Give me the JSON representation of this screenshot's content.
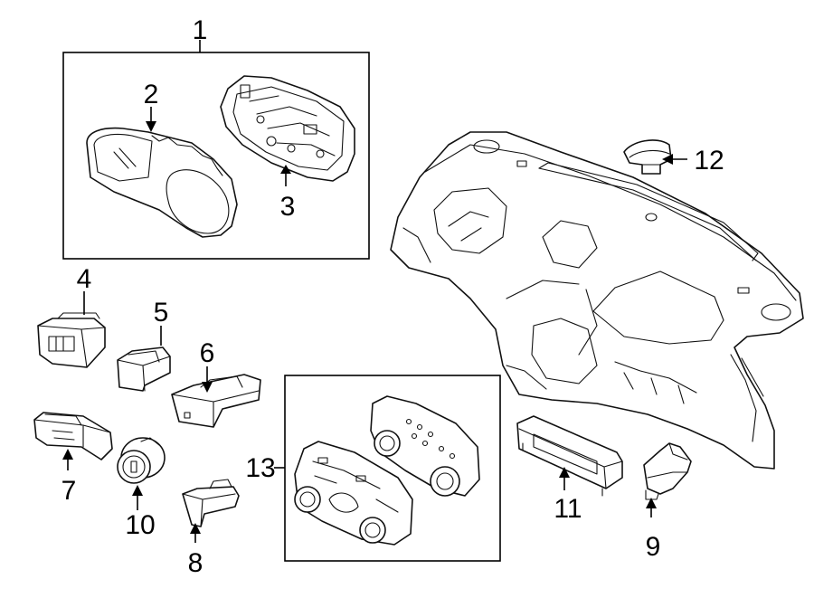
{
  "diagram": {
    "callouts": [
      {
        "id": "c1",
        "label": "1"
      },
      {
        "id": "c2",
        "label": "2"
      },
      {
        "id": "c3",
        "label": "3"
      },
      {
        "id": "c4",
        "label": "4"
      },
      {
        "id": "c5",
        "label": "5"
      },
      {
        "id": "c6",
        "label": "6"
      },
      {
        "id": "c7",
        "label": "7"
      },
      {
        "id": "c8",
        "label": "8"
      },
      {
        "id": "c9",
        "label": "9"
      },
      {
        "id": "c10",
        "label": "10"
      },
      {
        "id": "c11",
        "label": "11"
      },
      {
        "id": "c12",
        "label": "12"
      },
      {
        "id": "c13",
        "label": "13"
      }
    ],
    "parts": [
      {
        "callout": "1",
        "icon": "instrument-cluster-group-icon"
      },
      {
        "callout": "2",
        "icon": "cluster-lens-icon"
      },
      {
        "callout": "3",
        "icon": "cluster-housing-icon"
      },
      {
        "callout": "4",
        "icon": "switch-assembly-icon"
      },
      {
        "callout": "5",
        "icon": "switch-icon"
      },
      {
        "callout": "6",
        "icon": "switch-icon"
      },
      {
        "callout": "7",
        "icon": "switch-icon"
      },
      {
        "callout": "8",
        "icon": "connector-icon"
      },
      {
        "callout": "9",
        "icon": "sensor-icon"
      },
      {
        "callout": "10",
        "icon": "ignition-switch-icon"
      },
      {
        "callout": "11",
        "icon": "display-module-icon"
      },
      {
        "callout": "12",
        "icon": "sensor-cap-icon"
      },
      {
        "callout": "13",
        "icon": "climate-control-group-icon"
      }
    ]
  }
}
